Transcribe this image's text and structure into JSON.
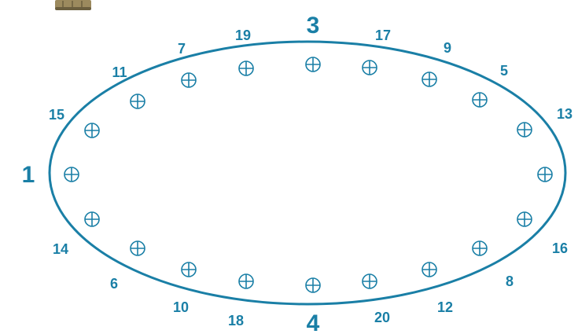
{
  "colors": {
    "ellipse_stroke": "#1a7fa6",
    "label_text": "#1a7fa6",
    "marker_stroke": "#1a7fa6",
    "background": "#ffffff",
    "bolt_body": "#9c8a5e",
    "bolt_shadow": "#6b5e3e"
  },
  "icons": {
    "marker": "circle-plus-icon",
    "bolt": "bolt-thread-icon"
  },
  "labels": [
    {
      "id": "p1",
      "text": "1",
      "major": true
    },
    {
      "id": "p3",
      "text": "3",
      "major": true
    },
    {
      "id": "p4",
      "text": "4",
      "major": true
    },
    {
      "id": "p19",
      "text": "19",
      "major": false
    },
    {
      "id": "p17",
      "text": "17",
      "major": false
    },
    {
      "id": "p7",
      "text": "7",
      "major": false
    },
    {
      "id": "p9",
      "text": "9",
      "major": false
    },
    {
      "id": "p11",
      "text": "11",
      "major": false
    },
    {
      "id": "p5",
      "text": "5",
      "major": false
    },
    {
      "id": "p15",
      "text": "15",
      "major": false
    },
    {
      "id": "p13",
      "text": "13",
      "major": false
    },
    {
      "id": "p14",
      "text": "14",
      "major": false
    },
    {
      "id": "p16",
      "text": "16",
      "major": false
    },
    {
      "id": "p6",
      "text": "6",
      "major": false
    },
    {
      "id": "p8",
      "text": "8",
      "major": false
    },
    {
      "id": "p10",
      "text": "10",
      "major": false
    },
    {
      "id": "p12",
      "text": "12",
      "major": false
    },
    {
      "id": "p18",
      "text": "18",
      "major": false
    },
    {
      "id": "p20",
      "text": "20",
      "major": false
    }
  ]
}
